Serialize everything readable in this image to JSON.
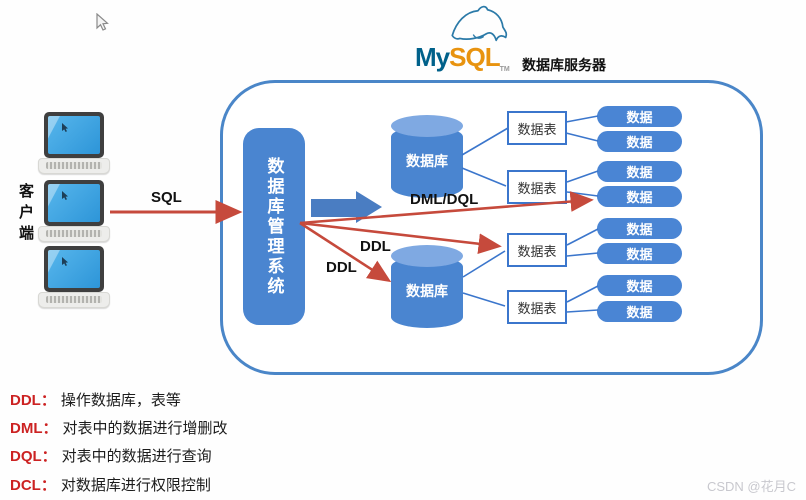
{
  "brand": {
    "my": "My",
    "sql": "SQL",
    "tm": "TM",
    "server_label": "数据库服务器"
  },
  "client": {
    "label": "客户端",
    "sql": "SQL"
  },
  "dbms": {
    "label": "数据库管理系统"
  },
  "db_top": {
    "label": "数据库"
  },
  "db_bottom": {
    "label": "数据库"
  },
  "flow": {
    "dml_dql": "DML/DQL",
    "ddl_a": "DDL",
    "ddl_b": "DDL"
  },
  "tables": [
    {
      "label": "数据表"
    },
    {
      "label": "数据表"
    },
    {
      "label": "数据表"
    },
    {
      "label": "数据表"
    }
  ],
  "pills": [
    {
      "label": "数据"
    },
    {
      "label": "数据"
    },
    {
      "label": "数据"
    },
    {
      "label": "数据"
    },
    {
      "label": "数据"
    },
    {
      "label": "数据"
    },
    {
      "label": "数据"
    },
    {
      "label": "数据"
    }
  ],
  "legend": [
    {
      "term": "DDL：",
      "desc": "操作数据库，表等"
    },
    {
      "term": "DML：",
      "desc": "对表中的数据进行增删改"
    },
    {
      "term": "DQL：",
      "desc": "对表中的数据进行查询"
    },
    {
      "term": "DCL：",
      "desc": "对数据库进行权限控制"
    }
  ],
  "watermark": "CSDN @花月C",
  "colors": {
    "main_blue": "#4a85d0",
    "light_blue": "#7fa9e2",
    "border_blue": "#4a86c8",
    "line_blue": "#3b76cc",
    "arrow_blue": "#4a7dc2",
    "red": "#c64a3c",
    "term_red": "#cc2222",
    "brand_navy": "#00618a",
    "brand_orange": "#e8930f"
  }
}
